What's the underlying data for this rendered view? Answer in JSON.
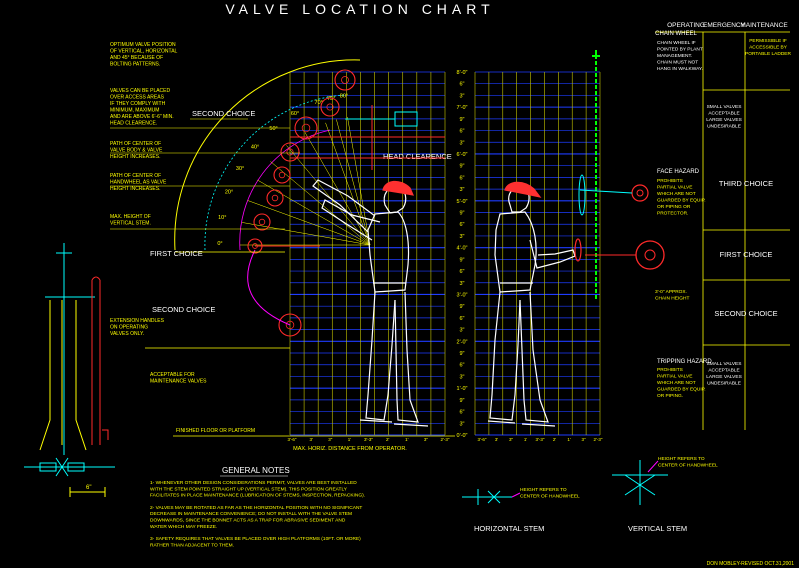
{
  "title": "VALVE LOCATION CHART",
  "header": {
    "operating": "OPERATING",
    "emergency": "EMERGENCY",
    "maintenance": "MAINTENANCE"
  },
  "height_labels_left": [
    "8'-0\"",
    "6\"",
    "3\"",
    "7'-0\"",
    "9\"",
    "6\"",
    "3\"",
    "6'-0\"",
    "9\"",
    "6\"",
    "3\"",
    "5'-0\"",
    "9\"",
    "6\"",
    "3\"",
    "4'-0\"",
    "9\"",
    "6\"",
    "3\"",
    "3'-0\"",
    "9\"",
    "6\"",
    "3\"",
    "2'-0\"",
    "9\"",
    "6\"",
    "3\"",
    "1'-0\"",
    "9\"",
    "6\"",
    "3\"",
    "0'-0\""
  ],
  "distance_labels": [
    "3'-6\"",
    "3'",
    "3\"",
    "1'",
    "3'-3\"",
    "2'",
    "1'",
    "3\"",
    "2'-3\""
  ],
  "distance_caption": "MAX. HORIZ. DISTANCE FROM OPERATOR.",
  "floor_label": "FINISHED FLOOR OR PLATFORM",
  "angles": [
    "80°",
    "75°",
    "70°",
    "60°",
    "50°",
    "40°",
    "30°",
    "20°",
    "10°",
    "0°"
  ],
  "notes_left": {
    "n1": [
      "OPTIMUM VALVE POSITION",
      "OF VERTICAL, HORIZONTAL",
      "AND 45° BECAUSE OF",
      "BOLTING PATTERNS."
    ],
    "n2": [
      "VALVES CAN BE PLACED",
      "OVER ACCESS AREAS",
      "IF THEY COMPLY WITH",
      "MINIMUM, MAXIMUM",
      "AND ARE ABOVE 6'-6\" MIN.",
      "HEAD CLEARENCE."
    ],
    "n3": [
      "PATH OF CENTER OF",
      "VALVE BODY & VALVE",
      "HEIGHT INCREASES."
    ],
    "n4": [
      "PATH OF CENTER OF",
      "HANDWHEEL AS VALVE",
      "HEIGHT INCREASES."
    ],
    "n5": [
      "MAX. HEIGHT OF",
      "VERTICAL STEM."
    ],
    "n6": [
      "EXTENSION HANDLES",
      "ON OPERATING",
      "VALVES ONLY."
    ],
    "n7": [
      "ACCEPTABLE FOR",
      "MAINTENANCE VALVES"
    ]
  },
  "second_choice_top": "SECOND CHOICE",
  "first_choice_left": "FIRST CHOICE",
  "second_choice_left": "SECOND CHOICE",
  "head_clearance": "HEAD CLEARENCE",
  "right_notes": {
    "chain_wheel": "CHAIN WHEEL",
    "chain_text": [
      "CHAIN WHEEL IF",
      "POINTED BY PLANT",
      "MANAGEMENT.",
      "CHAIN MUST NOT",
      "HANG IN WALKWAY."
    ],
    "permissible": [
      "PERMISSIBLE IF",
      "ACCESSIBLE BY",
      "PORTABLE LADDER"
    ],
    "small_valves_top": [
      "SMALL VALVES",
      "ACCEPTABLE",
      "LARGE VALVES",
      "UNDESIRABLE"
    ],
    "face_hazard": "FACE HAZARD",
    "face_text": [
      "PROHIBITS",
      "PARTIAL VALVE",
      "WHICH ARE NOT",
      "GUARDED BY EQUIP.",
      "OR PIPING OR",
      "PROTECTOR."
    ],
    "third_choice": "THIRD CHOICE",
    "first_choice": "FIRST CHOICE",
    "approx": [
      "3'-0\" APPROX.",
      "CHAIN HEIGHT"
    ],
    "second_choice": "SECOND CHOICE",
    "tripping_hazard": "TRIPPING HAZARD",
    "tripping_text": [
      "PROHIBITS",
      "PARTIAL VALVE",
      "WHICH ARE NOT",
      "GUARDED BY EQUIP.",
      "OR PIPING."
    ],
    "small_valves_bottom": [
      "SMALL VALVES",
      "ACCEPTABLE",
      "LARGE VALVES",
      "UNDESIRABLE"
    ]
  },
  "dimension_label": "6\"",
  "general_notes": {
    "heading": "GENERAL NOTES",
    "items": [
      [
        "1- WHENEVER OTHER DESIGN CONSIDERATIONS PERMIT, VALVES ARE BEST INSTALLED",
        "WITH THE STEM POINTED STRAIGHT UP (VERTICAL STEM). THIS POSITION GREATLY",
        "FACILITATES IN PLACE MAINTENANCE (LUBRICATION OF STEMS, INSPECTION, REPACKING)."
      ],
      [
        "2- VALVES MAY BE ROTATED AS FAR AS THE HORIZONTAL POSITION WITH NO SIGNIFICANT",
        "DECREASE IN MAINTENANCE CONVENIENCE; DO NOT INSTALL WITH THE VALVE STEM",
        "DOWNWARDS, SINCE THE BONNET ACTS AS A TRAP FOR ABRASIVE SEDIMENT AND",
        "WATER WHICH MAY FREEZE."
      ],
      [
        "3- SAFETY REQUIRES THAT VALVES BE PLACED OVER HIGH PLATFORMS (10FT. OR MORE)",
        "RATHER THAN ADJACENT TO THEM."
      ]
    ]
  },
  "stems": {
    "horizontal_note": [
      "HEIGHT REFERS TO",
      "CENTER OF HANDWHEEL"
    ],
    "vertical_note": [
      "HEIGHT REFERS TO",
      "CENTER OF HANDWHEEL"
    ],
    "horizontal_label": "HORIZONTAL STEM",
    "vertical_label": "VERTICAL STEM"
  },
  "footer": "DON MOBLEY-REVISED OCT.31,2001",
  "colors": {
    "grid_blue": "#1e3cff",
    "grid_yellow": "#c8c800",
    "red": "#ff2a2a",
    "cyan": "#00ffff",
    "magenta": "#ff00ff",
    "green": "#00ff00"
  }
}
